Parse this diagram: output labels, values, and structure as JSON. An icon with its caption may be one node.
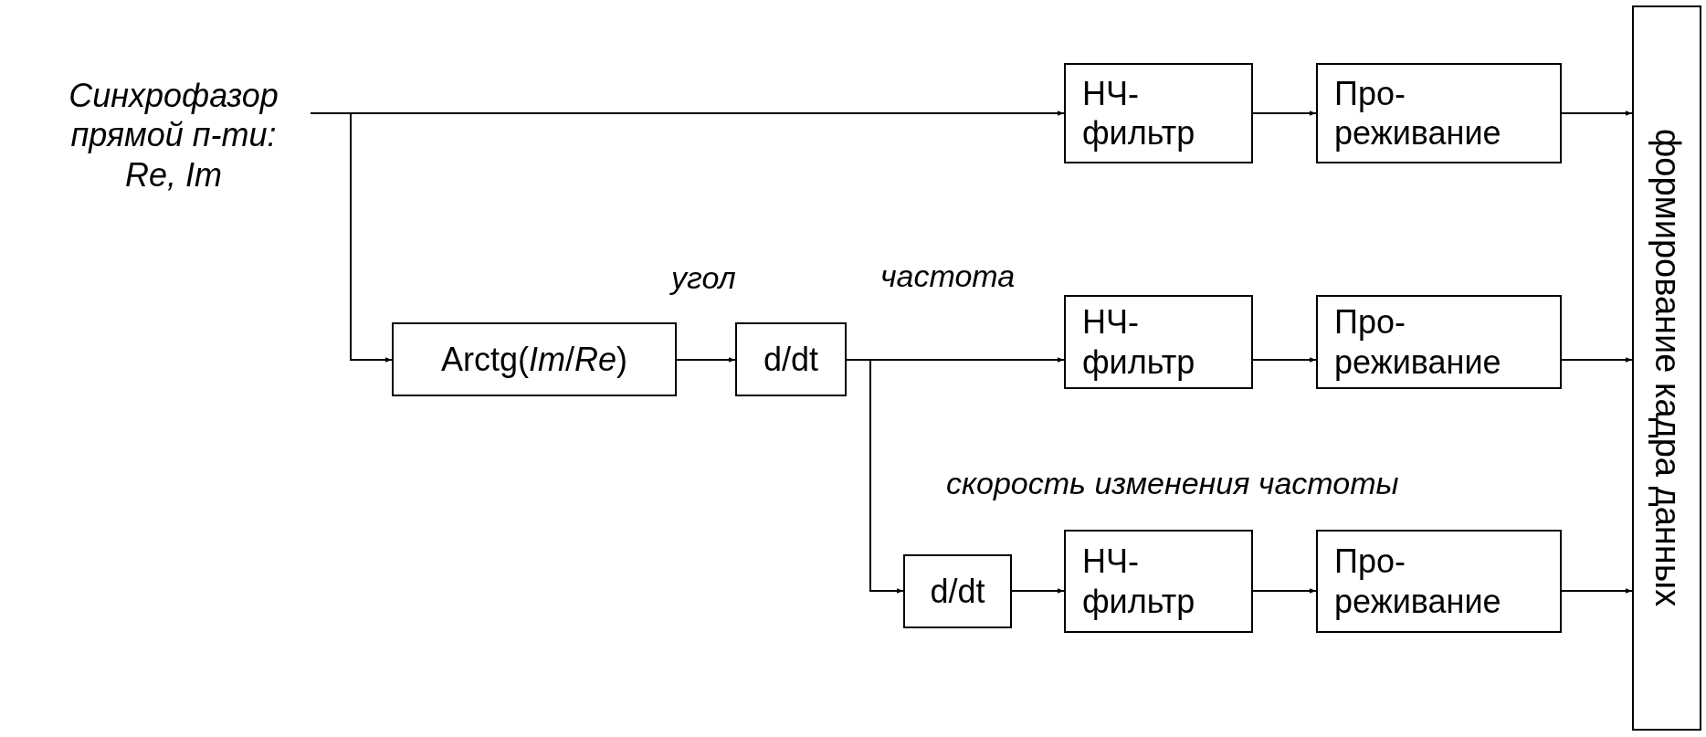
{
  "diagram": {
    "nodes": [
      {
        "text": [
          "Синхрофазор прямой п-ти: Re, Im"
        ]
      },
      {
        "text": [
          "НЧ- фильтр"
        ]
      },
      {
        "text": [
          "Про- реживание"
        ]
      },
      {
        "text": [
          "Arctg(*Im*/*Re*)"
        ]
      },
      {
        "text": [
          "d/dt"
        ]
      },
      {
        "text": [
          "НЧ- фильтр"
        ]
      },
      {
        "text": [
          "Про- реживание"
        ]
      },
      {
        "text": [
          "d/dt"
        ]
      },
      {
        "text": [
          "НЧ- фильтр"
        ]
      },
      {
        "text": [
          "Про- реживание"
        ]
      },
      {
        "text": [
          "формирование кадра данных"
        ]
      }
    ],
    "edges": [
      {
        "from": 0,
        "to": 1,
        "arrow": "to"
      },
      {
        "from": 0,
        "to": 3,
        "arrow": "to"
      },
      {
        "from": 1,
        "to": 2,
        "arrow": "to"
      },
      {
        "from": 2,
        "to": 10,
        "arrow": "to"
      },
      {
        "from": 3,
        "to": 4,
        "arrow": "to",
        "label": "угол"
      },
      {
        "from": 4,
        "to": 5,
        "arrow": "to",
        "label": "частота"
      },
      {
        "from": 4,
        "to": 7,
        "arrow": "to"
      },
      {
        "from": 5,
        "to": 6,
        "arrow": "to"
      },
      {
        "from": 6,
        "to": 10,
        "arrow": "to"
      },
      {
        "from": 7,
        "to": 8,
        "arrow": "to"
      },
      {
        "from": 8,
        "to": 9,
        "arrow": "to"
      },
      {
        "from": 9,
        "to": 10,
        "arrow": "to"
      }
    ],
    "labels": [
      "скорость изменения частоты"
    ]
  }
}
